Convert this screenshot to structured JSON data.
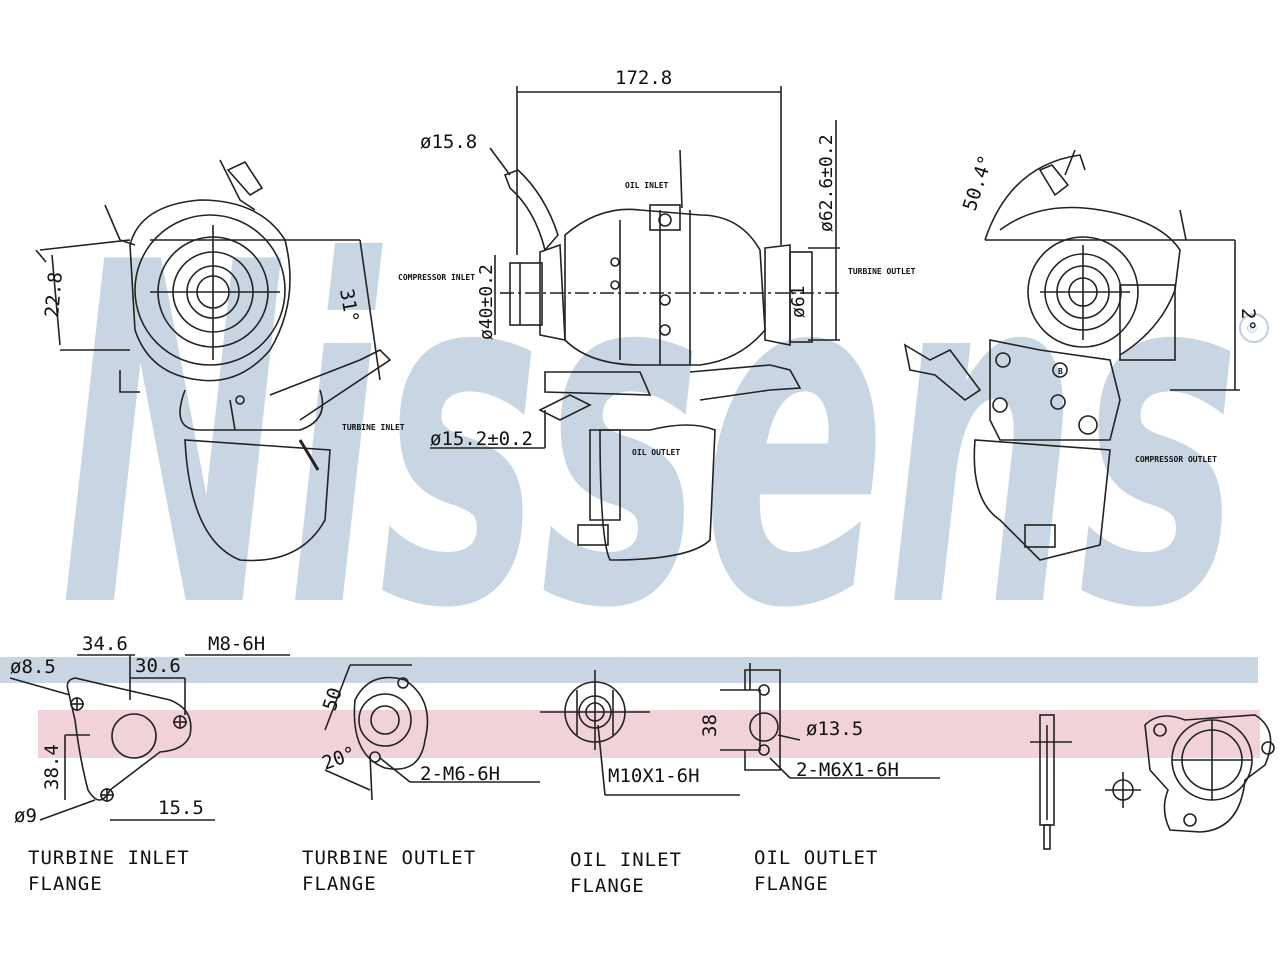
{
  "watermark": {
    "brand": "Nissens",
    "registered_mark": "®",
    "band_blue": "#c9d5e2",
    "band_pink": "#f1d2d9",
    "color": "#bfcfdf"
  },
  "top_views": {
    "left": {
      "dim_22_8": "22.8",
      "angle_31": "31°",
      "turbine_inlet_label": "TURBINE INLET"
    },
    "middle": {
      "dim_172_8": "172.8",
      "dim_d15_8": "ø15.8",
      "dim_d62_6": "ø62.6±0.2",
      "dim_d40": "ø40±0.2",
      "dim_d61": "ø61",
      "dim_d15_2": "ø15.2±0.2",
      "oil_inlet_label": "OIL INLET",
      "oil_outlet_label": "OIL OUTLET",
      "compressor_inlet_label": "COMPRESSOR INLET",
      "turbine_outlet_label": "TURBINE OUTLET"
    },
    "right": {
      "angle_50_4": "50.4°",
      "angle_2": "2°",
      "compressor_outlet_label": "COMPRESSOR OUTLET",
      "marker_b": "B"
    }
  },
  "flanges": {
    "turbine_inlet": {
      "d8_5": "ø8.5",
      "d34_6": "34.6",
      "d30_6": "30.6",
      "m8": "M8-6H",
      "d38_4": "38.4",
      "d9": "ø9",
      "d15_5": "15.5",
      "caption_line1": "TURBINE INLET",
      "caption_line2": "FLANGE"
    },
    "turbine_outlet": {
      "d50": "50",
      "d20": "20°",
      "m6": "2-M6-6H",
      "caption_line1": "TURBINE OUTLET",
      "caption_line2": "FLANGE"
    },
    "oil_inlet": {
      "m10": "M10X1-6H",
      "caption_line1": "OIL INLET",
      "caption_line2": "FLANGE"
    },
    "oil_outlet": {
      "d38": "38",
      "d13_5": "ø13.5",
      "m6x1": "2-M6X1-6H",
      "caption_line1": "OIL OUTLET",
      "caption_line2": "FLANGE"
    }
  }
}
